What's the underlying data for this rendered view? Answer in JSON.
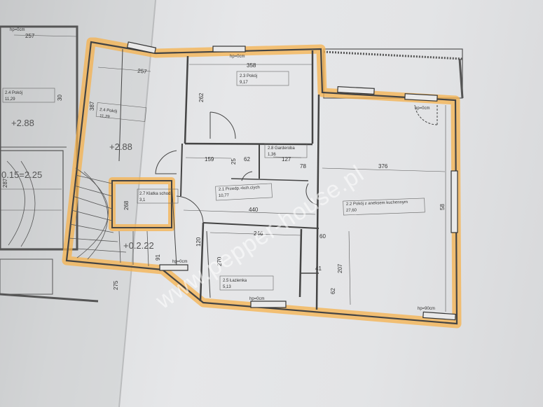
{
  "watermark": "www.pepper-house.pl",
  "rooms": [
    {
      "id": "2.4-left",
      "no": "2.4",
      "name": "Pokój",
      "area": "11,29"
    },
    {
      "id": "2.4",
      "no": "2.4",
      "name": "Pokój",
      "area": "11,29"
    },
    {
      "id": "2.3",
      "no": "2.3",
      "name": "Pokój",
      "area": "9,17"
    },
    {
      "id": "2.8",
      "no": "2.8",
      "name": "Garderoba",
      "area": "1,36"
    },
    {
      "id": "2.1",
      "no": "2.1",
      "name": "Przedp.+kch.ciych",
      "area": "10,77"
    },
    {
      "id": "2.7",
      "no": "2.7",
      "name": "Klatka schod.",
      "area": "3,1"
    },
    {
      "id": "2.2",
      "no": "2.2",
      "name": "Pokój z aneksem kuchennym",
      "area": "27,60"
    },
    {
      "id": "2.5",
      "no": "2.5",
      "name": "Łazienka",
      "area": "5,13"
    }
  ],
  "dimensions": {
    "d257a": "257",
    "d257b": "257",
    "d358": "358",
    "d376": "376",
    "d440": "440",
    "d246": "246",
    "d159": "159",
    "d62": "62",
    "d127": "127",
    "d78": "78",
    "d60": "60",
    "d41": "41",
    "d207": "207",
    "d62b": "62",
    "d270": "270",
    "d58": "58",
    "d387": "387",
    "d30": "30",
    "d262": "262",
    "d120": "120",
    "d91": "91",
    "d275": "275",
    "d287": "287",
    "d268": "268",
    "d25": "25"
  },
  "levels": {
    "hp0a": "hp=0cm",
    "hp0b": "hp=0cm",
    "hp0c": "hp=0cm",
    "hp0d": "hp=0cm",
    "hp0e": "hp=0cm",
    "hp90": "hp=90cm",
    "h288a": "+2.88",
    "h288b": "+2.88",
    "h222": "+0.2.22",
    "h287": "0.15=2.25"
  },
  "colors": {
    "highlight": "#f6b24c",
    "wall": "#444444",
    "paper": "#e4e5e7"
  }
}
